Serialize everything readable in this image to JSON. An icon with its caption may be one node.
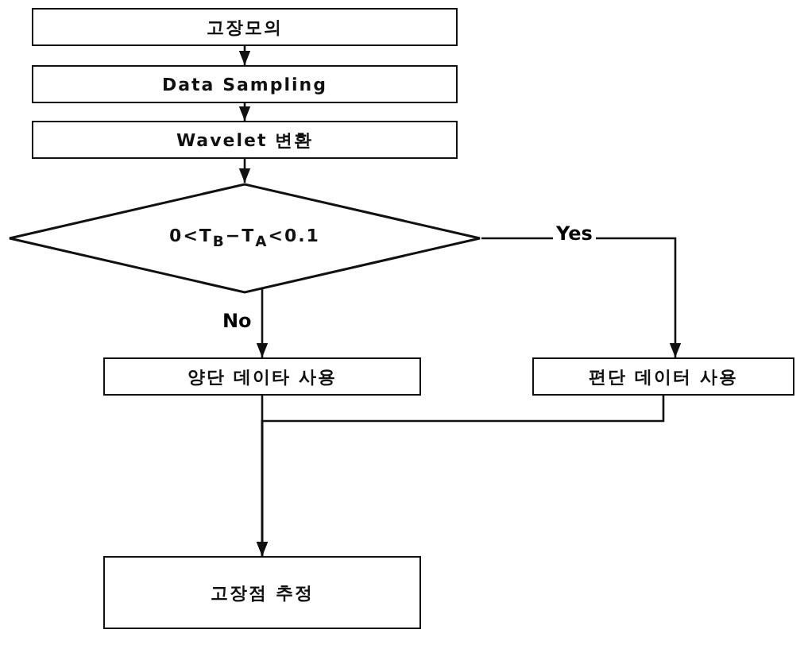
{
  "diagram": {
    "nodes": [
      {
        "text": [
          "고장모의"
        ]
      },
      {
        "text": [
          "Data Sampling"
        ]
      },
      {
        "text": [
          "Wavelet 변환"
        ]
      },
      {
        "text": [
          "0<T$_{B}$−T$_{A}$<0.1"
        ]
      },
      {
        "text": [
          "양단 데이타 사용"
        ]
      },
      {
        "text": [
          "편단 데이터 사용"
        ]
      },
      {
        "text": [
          "고장점 추정"
        ]
      }
    ],
    "edges": [
      {
        "from": 0,
        "to": 1,
        "arrow": "to"
      },
      {
        "from": 1,
        "to": 2,
        "arrow": "to"
      },
      {
        "from": 2,
        "to": 3,
        "arrow": "to"
      },
      {
        "from": 3,
        "to": 4,
        "arrow": "to",
        "label": "No"
      },
      {
        "from": 3,
        "to": 5,
        "arrow": "to",
        "label": "Yes"
      },
      {
        "from": 4,
        "to": 6,
        "arrow": "to"
      },
      {
        "from": 5,
        "to": 6,
        "arrow": "to"
      }
    ]
  }
}
